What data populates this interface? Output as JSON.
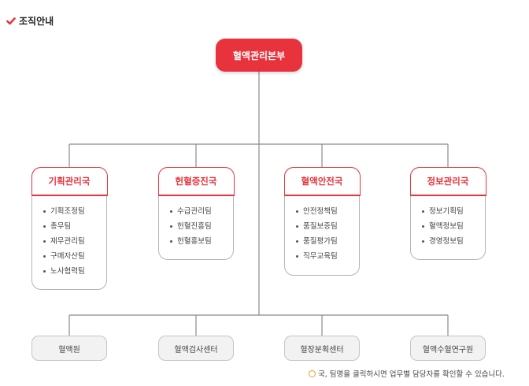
{
  "section": {
    "title": "조직안내",
    "icon": "check-icon",
    "accent": "#e8333c"
  },
  "headquarters": {
    "label": "혈액관리본부"
  },
  "departments": [
    {
      "label": "기획관리국",
      "teams": [
        "기획조정팀",
        "총무팀",
        "재무관리팀",
        "구매자산팀",
        "노사협력팀"
      ]
    },
    {
      "label": "헌혈증진국",
      "teams": [
        "수급관리팀",
        "헌혈진흥팀",
        "헌혈홍보팀"
      ]
    },
    {
      "label": "혈액안전국",
      "teams": [
        "안전정책팀",
        "품질보증팀",
        "품질평가팀",
        "직무교육팀"
      ]
    },
    {
      "label": "정보관리국",
      "teams": [
        "정보기획팀",
        "혈액정보팀",
        "경영정보팀"
      ]
    }
  ],
  "centers": [
    "혈액원",
    "혈액검사센터",
    "혈장분획센터",
    "혈액수혈연구원"
  ],
  "note": {
    "text": "국, 팀명을 클릭하시면 업무별 담당자를 확인할 수 있습니다.",
    "icon": "info-icon"
  }
}
